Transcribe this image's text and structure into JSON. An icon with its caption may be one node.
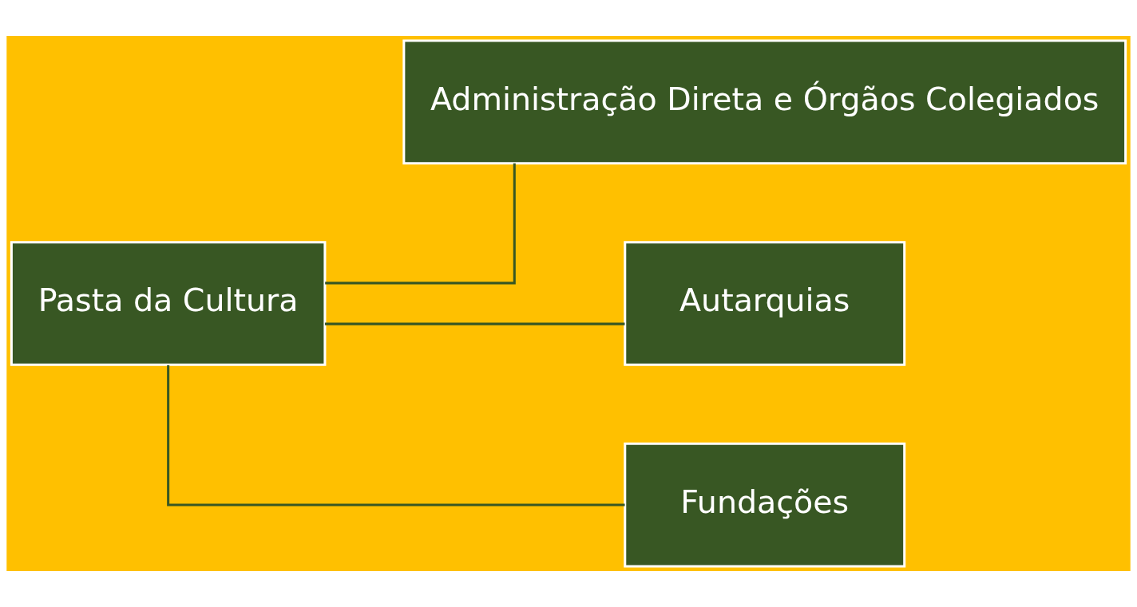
{
  "diagram": {
    "nodes": [
      {
        "text": [
          "Pasta da Cultura"
        ]
      },
      {
        "text": [
          "Administração Direta e Órgãos Colegiados"
        ]
      },
      {
        "text": [
          "Autarquias"
        ]
      },
      {
        "text": [
          "Fundações"
        ]
      }
    ],
    "edges": [
      {
        "from": 0,
        "to": 1,
        "arrow": "none"
      },
      {
        "from": 0,
        "to": 2,
        "arrow": "none"
      },
      {
        "from": 0,
        "to": 3,
        "arrow": "none"
      }
    ]
  }
}
